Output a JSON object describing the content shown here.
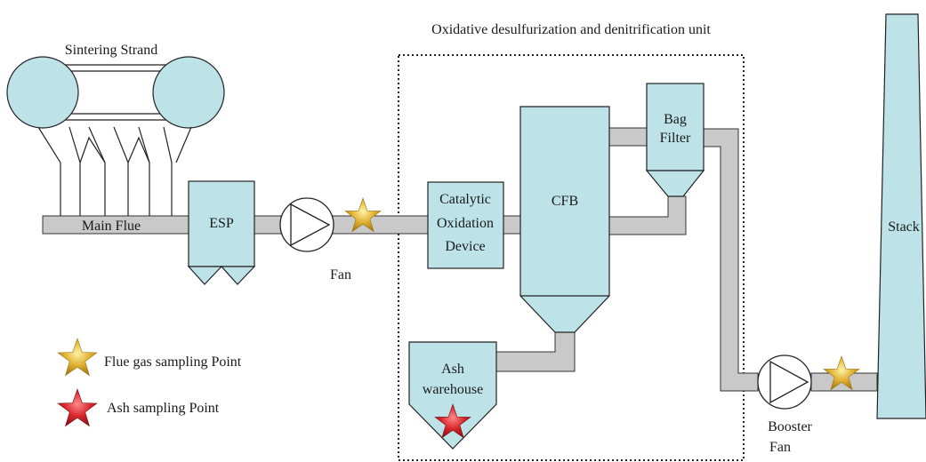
{
  "unit_title": "Oxidative desulfurization and denitrification unit",
  "equipment": {
    "sintering_strand": "Sintering Strand",
    "main_flue": "Main Flue",
    "esp": "ESP",
    "fan": "Fan",
    "catalytic_line1": "Catalytic",
    "catalytic_line2": "Oxidation",
    "catalytic_line3": "Device",
    "cfb": "CFB",
    "bag_line1": "Bag",
    "bag_line2": "Filter",
    "ash_line1": "Ash",
    "ash_line2": "warehouse",
    "stack": "Stack",
    "booster_line1": "Booster",
    "booster_line2": "Fan"
  },
  "legend": {
    "flue_gas": "Flue gas sampling Point",
    "ash": "Ash sampling Point"
  },
  "colors": {
    "equipment_fill": "#bde3e9",
    "pipe_fill": "#c9c9c9",
    "flue_gas_star": "#e0b030",
    "ash_star": "#d8282e"
  }
}
